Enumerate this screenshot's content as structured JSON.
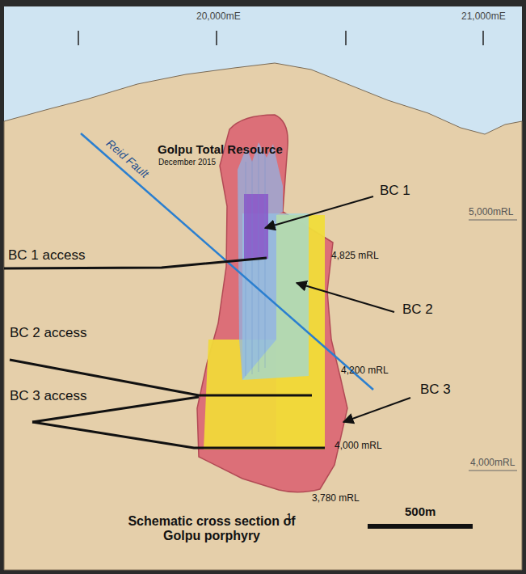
{
  "diagram": {
    "title": "Golpu Total Resource",
    "caption": "Schematic cross section of Golpu porphyry",
    "labels": [
      "20,000mE",
      "21,000mE",
      "December 2015",
      "Reid Fault",
      "BC 1",
      "BC 1 access",
      "5,000mRL",
      "4,825 mRL",
      "BC 2",
      "BC 2 access",
      "BC 3 access",
      "4,200 mRL",
      "BC 3",
      "4,000 mRL",
      "4,000mRL",
      "3,780 mRL",
      "500m",
      "1"
    ]
  }
}
